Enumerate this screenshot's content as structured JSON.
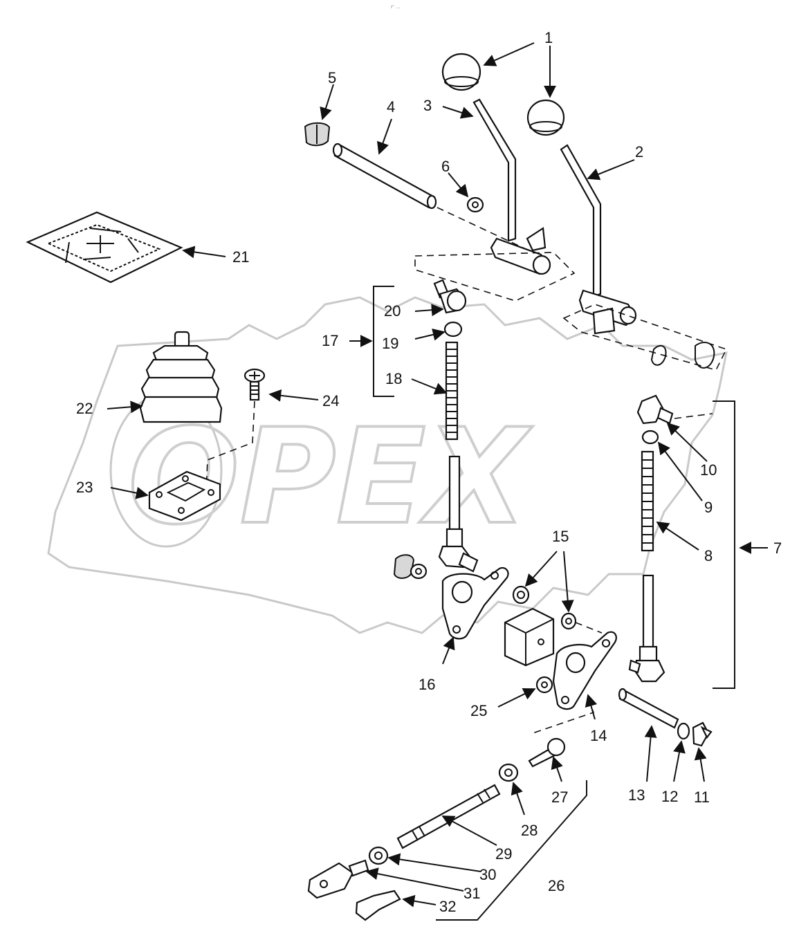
{
  "watermark": {
    "text": "OPEX"
  },
  "top_mark": "r' ...",
  "callouts": [
    {
      "id": "1",
      "label": "1"
    },
    {
      "id": "2",
      "label": "2"
    },
    {
      "id": "3",
      "label": "3"
    },
    {
      "id": "4",
      "label": "4"
    },
    {
      "id": "5",
      "label": "5"
    },
    {
      "id": "6",
      "label": "6"
    },
    {
      "id": "7",
      "label": "7"
    },
    {
      "id": "8",
      "label": "8"
    },
    {
      "id": "9",
      "label": "9"
    },
    {
      "id": "10",
      "label": "10"
    },
    {
      "id": "11",
      "label": "11"
    },
    {
      "id": "12",
      "label": "12"
    },
    {
      "id": "13",
      "label": "13"
    },
    {
      "id": "14",
      "label": "14"
    },
    {
      "id": "15",
      "label": "15"
    },
    {
      "id": "16",
      "label": "16"
    },
    {
      "id": "17",
      "label": "17"
    },
    {
      "id": "18",
      "label": "18"
    },
    {
      "id": "19",
      "label": "19"
    },
    {
      "id": "20",
      "label": "20"
    },
    {
      "id": "21",
      "label": "21"
    },
    {
      "id": "22",
      "label": "22"
    },
    {
      "id": "23",
      "label": "23"
    },
    {
      "id": "24",
      "label": "24"
    },
    {
      "id": "25",
      "label": "25"
    },
    {
      "id": "26",
      "label": "26"
    },
    {
      "id": "27",
      "label": "27"
    },
    {
      "id": "28",
      "label": "28"
    },
    {
      "id": "29",
      "label": "29"
    },
    {
      "id": "30",
      "label": "30"
    },
    {
      "id": "31",
      "label": "31"
    },
    {
      "id": "32",
      "label": "32"
    }
  ]
}
